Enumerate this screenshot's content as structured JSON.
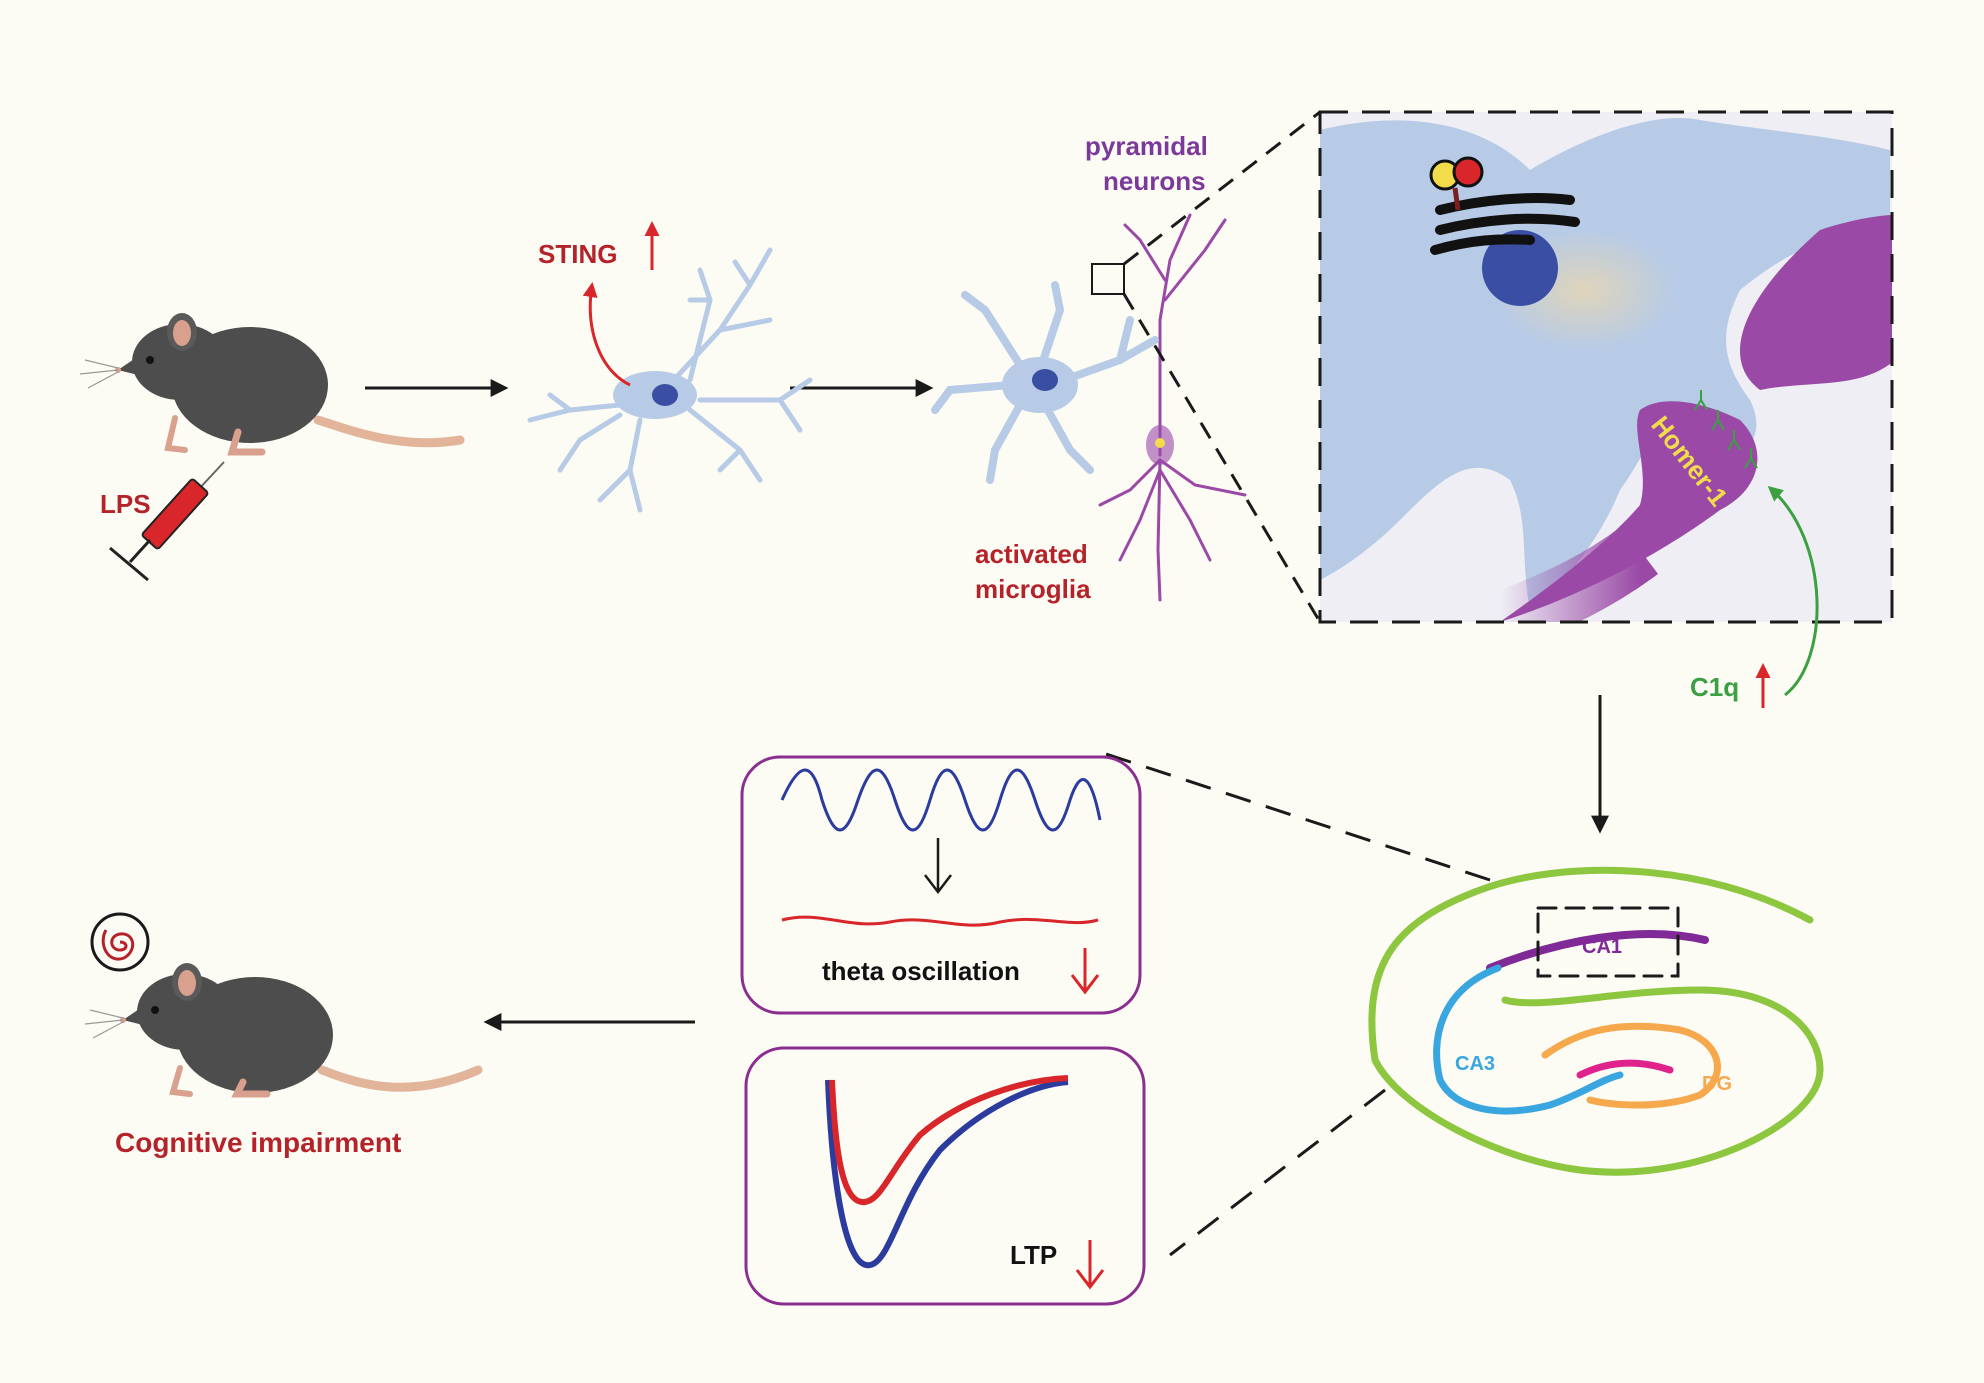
{
  "labels": {
    "lps": "LPS",
    "sting": "STING",
    "pyramidal_line1": "pyramidal",
    "pyramidal_line2": "neurons",
    "activated_line1": "activated",
    "activated_line2": "microglia",
    "homer": "Homer-1",
    "c1q": "C1q",
    "theta": "theta oscillation",
    "ltp": "LTP",
    "ca1": "CA1",
    "ca3": "CA3",
    "dg": "DG",
    "cognitive": "Cognitive impairment"
  },
  "colors": {
    "background": "#fcfbf4",
    "red_label": "#b5232a",
    "purple_label": "#7b3a9a",
    "green_label": "#3aa040",
    "microglia": "#b7cbe6",
    "nucleus": "#3a4fa3",
    "neuron_purple": "#9a4aa6",
    "box_border": "#8a2f8f",
    "wave_blue": "#2b3b9e",
    "wave_red": "#d8262a",
    "hippo_green": "#8dc63f",
    "ca1_purple": "#7f2a96",
    "ca3_blue": "#3aa6df",
    "dg_orange": "#f6a84c",
    "dg_pink": "#e0238c"
  }
}
